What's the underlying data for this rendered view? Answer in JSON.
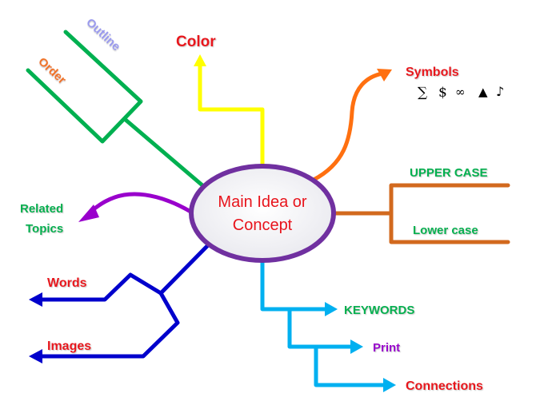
{
  "diagram": {
    "type": "mind-map",
    "center": {
      "lines": [
        "Main Idea or",
        "Concept"
      ],
      "text_color": "#e8141c",
      "border_color": "#7030a0"
    },
    "branches": [
      {
        "id": "top-left",
        "color": "#00b050",
        "children": [
          {
            "label": "Outline",
            "color": "#9999ee"
          },
          {
            "label": "Order",
            "color": "#f07020"
          }
        ]
      },
      {
        "id": "color",
        "color": "#ffff00",
        "children": [
          {
            "label": "Color",
            "color": "#e8141c"
          }
        ]
      },
      {
        "id": "symbols",
        "color": "#ff7010",
        "children": [
          {
            "label": "Symbols",
            "color": "#e8141c"
          }
        ],
        "glyphs": [
          "∑",
          "$",
          "∞",
          "▲",
          "♪"
        ]
      },
      {
        "id": "case",
        "color": "#d2691e",
        "children": [
          {
            "label": "UPPER CASE",
            "color": "#00b050"
          },
          {
            "label": "Lower case",
            "color": "#00b050"
          }
        ]
      },
      {
        "id": "related",
        "color": "#9900cc",
        "children": [
          {
            "label": "Related",
            "color": "#00b050"
          },
          {
            "label": "Topics",
            "color": "#00b050"
          }
        ]
      },
      {
        "id": "words-images",
        "color": "#0000cc",
        "children": [
          {
            "label": "Words",
            "color": "#e8141c"
          },
          {
            "label": "Images",
            "color": "#e8141c"
          }
        ]
      },
      {
        "id": "keywords",
        "color": "#00b0f0",
        "children": [
          {
            "label": "KEYWORDS",
            "color": "#00b050"
          },
          {
            "label": "Print",
            "color": "#9900cc"
          },
          {
            "label": "Connections",
            "color": "#e8141c"
          }
        ]
      }
    ]
  }
}
